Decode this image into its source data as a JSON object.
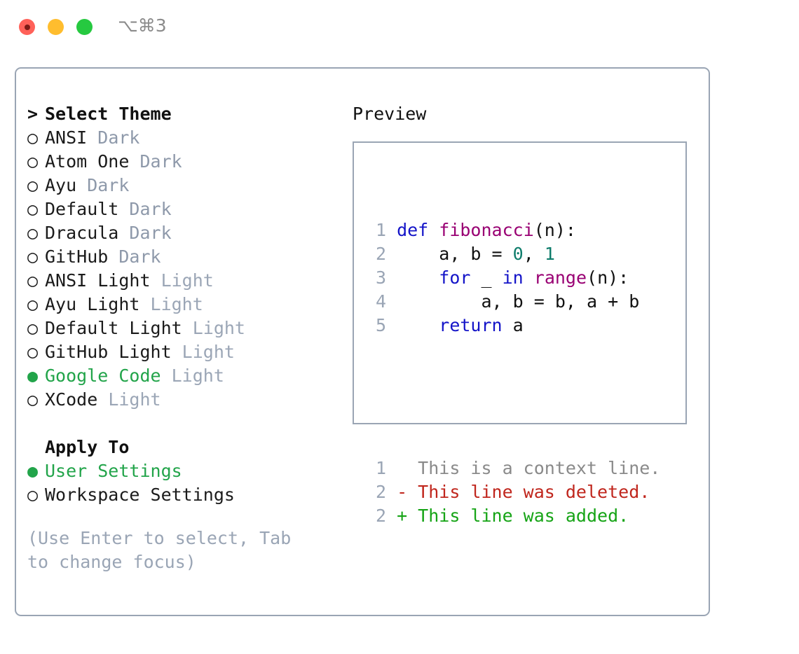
{
  "titlebar": {
    "shortcut": "⌥⌘3",
    "buttons": [
      {
        "name": "close",
        "color": "#ff6159"
      },
      {
        "name": "minimize",
        "color": "#ffbd2e"
      },
      {
        "name": "maximize",
        "color": "#26c940"
      }
    ]
  },
  "theme_picker": {
    "header": "Select Theme",
    "header_prefix": ">",
    "bullet_unselected": "○",
    "bullet_selected": "●",
    "accent_color": "#22a44a",
    "items": [
      {
        "name": "ANSI",
        "variant": "Dark",
        "selected": false
      },
      {
        "name": "Atom One",
        "variant": "Dark",
        "selected": false
      },
      {
        "name": "Ayu",
        "variant": "Dark",
        "selected": false
      },
      {
        "name": "Default",
        "variant": "Dark",
        "selected": false
      },
      {
        "name": "Dracula",
        "variant": "Dark",
        "selected": false
      },
      {
        "name": "GitHub",
        "variant": "Dark",
        "selected": false
      },
      {
        "name": "ANSI Light",
        "variant": "Light",
        "selected": false
      },
      {
        "name": "Ayu Light",
        "variant": "Light",
        "selected": false
      },
      {
        "name": "Default Light",
        "variant": "Light",
        "selected": false
      },
      {
        "name": "GitHub Light",
        "variant": "Light",
        "selected": false
      },
      {
        "name": "Google Code",
        "variant": "Light",
        "selected": true
      },
      {
        "name": "XCode",
        "variant": "Light",
        "selected": false
      }
    ]
  },
  "apply_to": {
    "header": "Apply To",
    "items": [
      {
        "name": "User Settings",
        "selected": true
      },
      {
        "name": "Workspace Settings",
        "selected": false
      }
    ]
  },
  "hint": "(Use Enter to select, Tab to change focus)",
  "preview": {
    "title": "Preview",
    "code_lines": [
      {
        "num": "1",
        "tokens": [
          {
            "t": "def ",
            "c": "kw"
          },
          {
            "t": "fibonacci",
            "c": "fn"
          },
          {
            "t": "(n):",
            "c": "plain"
          }
        ]
      },
      {
        "num": "2",
        "tokens": [
          {
            "t": "    a, b = ",
            "c": "plain"
          },
          {
            "t": "0",
            "c": "num"
          },
          {
            "t": ", ",
            "c": "plain"
          },
          {
            "t": "1",
            "c": "num"
          }
        ]
      },
      {
        "num": "3",
        "tokens": [
          {
            "t": "    ",
            "c": "plain"
          },
          {
            "t": "for",
            "c": "kw"
          },
          {
            "t": " _ ",
            "c": "plain"
          },
          {
            "t": "in",
            "c": "kw"
          },
          {
            "t": " ",
            "c": "plain"
          },
          {
            "t": "range",
            "c": "fn"
          },
          {
            "t": "(n):",
            "c": "plain"
          }
        ]
      },
      {
        "num": "4",
        "tokens": [
          {
            "t": "        a, b = b, a + b",
            "c": "plain"
          }
        ]
      },
      {
        "num": "5",
        "tokens": [
          {
            "t": "    ",
            "c": "plain"
          },
          {
            "t": "return",
            "c": "kw"
          },
          {
            "t": " a",
            "c": "plain"
          }
        ]
      }
    ],
    "diff_lines": [
      {
        "num": "1",
        "marker": " ",
        "text": "  This is a context line.",
        "kind": "ctx"
      },
      {
        "num": "2",
        "marker": "-",
        "text": "- This line was deleted.",
        "kind": "del"
      },
      {
        "num": "2",
        "marker": "+",
        "text": "+ This line was added.",
        "kind": "add"
      }
    ]
  }
}
